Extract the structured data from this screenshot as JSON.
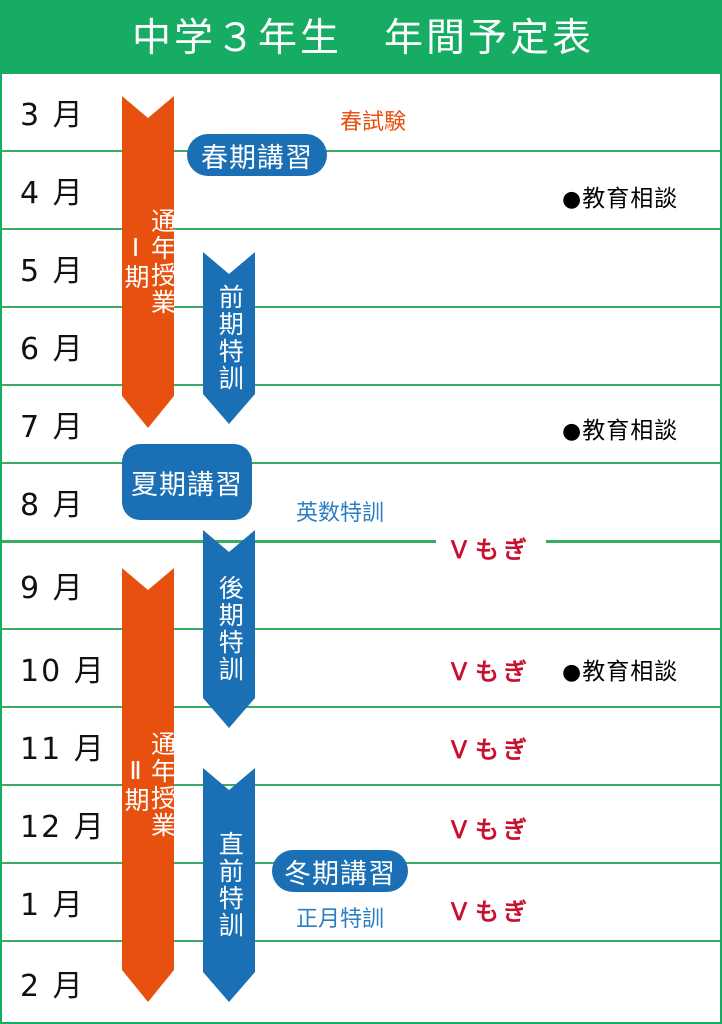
{
  "header": {
    "title": "中学３年生　年間予定表",
    "bg_color": "#17ac63",
    "text_color": "#ffffff"
  },
  "colors": {
    "green": "#17ac63",
    "grid_line": "#3aab62",
    "orange": "#e8500f",
    "blue": "#1a6fb5",
    "light_blue_text": "#2a7fc4",
    "red": "#c8102e",
    "black": "#000000",
    "white": "#ffffff"
  },
  "months": [
    {
      "label": "3 月"
    },
    {
      "label": "4 月"
    },
    {
      "label": "5 月"
    },
    {
      "label": "6 月"
    },
    {
      "label": "7 月"
    },
    {
      "label": "8 月"
    },
    {
      "label": "9 月"
    },
    {
      "label": "10 月"
    },
    {
      "label": "11 月"
    },
    {
      "label": "12 月"
    },
    {
      "label": "1 月"
    },
    {
      "label": "2 月"
    }
  ],
  "arrows": [
    {
      "id": "tsunen-1",
      "label": "通年授業\nⅠ期",
      "color": "#e8500f"
    },
    {
      "id": "zenki-tokkun",
      "label": "前期特訓",
      "color": "#1a6fb5"
    },
    {
      "id": "tsunen-2",
      "label": "通年授業\nⅡ期",
      "color": "#e8500f"
    },
    {
      "id": "kouki-tokkun",
      "label": "後期特訓",
      "color": "#1a6fb5"
    },
    {
      "id": "chokuzen-tokkun",
      "label": "直前特訓",
      "color": "#1a6fb5"
    }
  ],
  "pills": [
    {
      "id": "shunki-koushuu",
      "label": "春期講習"
    },
    {
      "id": "kaki-koushuu",
      "label": "夏期講習"
    },
    {
      "id": "touki-koushuu",
      "label": "冬期講習"
    }
  ],
  "notes": [
    {
      "id": "haru-shiken",
      "label": "春試験",
      "color": "orange",
      "month": "3 月"
    },
    {
      "id": "eisuu-tokkun",
      "label": "英数特訓",
      "color": "blue",
      "month": "8 月"
    },
    {
      "id": "shougatsu-tokkun",
      "label": "正月特訓",
      "color": "blue",
      "month": "1 月"
    }
  ],
  "vmogi": {
    "label": "Ｖもぎ",
    "color": "#c8102e",
    "months": [
      "8 月 / 9 月 境",
      "10 月",
      "11 月",
      "12 月",
      "1 月"
    ],
    "count": 5
  },
  "counseling": {
    "marker": "●",
    "label": "教育相談",
    "color": "#000000",
    "months": [
      "4 月",
      "7 月",
      "10 月"
    ],
    "count": 3
  },
  "chart_data": {
    "type": "table",
    "title": "中学３年生　年間予定表",
    "categories": [
      "3 月",
      "4 月",
      "5 月",
      "6 月",
      "7 月",
      "8 月",
      "9 月",
      "10 月",
      "11 月",
      "12 月",
      "1 月",
      "2 月"
    ],
    "series": [
      {
        "name": "通年授業Ⅰ期",
        "span": [
          "3 月",
          "7 月"
        ],
        "color": "#e8500f",
        "style": "arrow"
      },
      {
        "name": "前期特訓",
        "span": [
          "5 月",
          "7 月"
        ],
        "color": "#1a6fb5",
        "style": "arrow"
      },
      {
        "name": "春期講習",
        "span": [
          "3 月",
          "4 月"
        ],
        "color": "#1a6fb5",
        "style": "pill"
      },
      {
        "name": "夏期講習",
        "span": [
          "7 月",
          "8 月"
        ],
        "color": "#1a6fb5",
        "style": "pill"
      },
      {
        "name": "後期特訓",
        "span": [
          "8 月",
          "11 月"
        ],
        "color": "#1a6fb5",
        "style": "arrow"
      },
      {
        "name": "通年授業Ⅱ期",
        "span": [
          "9 月",
          "2 月"
        ],
        "color": "#e8500f",
        "style": "arrow"
      },
      {
        "name": "直前特訓",
        "span": [
          "11 月",
          "2 月"
        ],
        "color": "#1a6fb5",
        "style": "arrow"
      },
      {
        "name": "冬期講習",
        "span": [
          "12 月",
          "1 月"
        ],
        "color": "#1a6fb5",
        "style": "pill"
      },
      {
        "name": "春試験",
        "span": [
          "3 月",
          "3 月"
        ],
        "color": "#e8500f",
        "style": "text"
      },
      {
        "name": "英数特訓",
        "span": [
          "8 月",
          "8 月"
        ],
        "color": "#2a7fc4",
        "style": "text"
      },
      {
        "name": "正月特訓",
        "span": [
          "1 月",
          "1 月"
        ],
        "color": "#2a7fc4",
        "style": "text"
      },
      {
        "name": "Ｖもぎ",
        "span": [
          "8 月",
          "1 月"
        ],
        "color": "#c8102e",
        "style": "marker"
      },
      {
        "name": "● 教育相談",
        "span": [
          "4 月",
          "10 月"
        ],
        "color": "#000000",
        "style": "marker"
      }
    ],
    "xlabel": "",
    "ylabel": "月",
    "grid": true,
    "legend": "none"
  }
}
